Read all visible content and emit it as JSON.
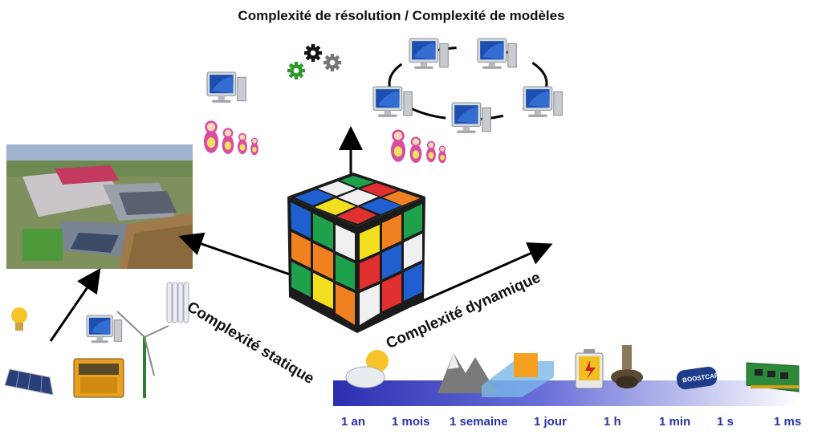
{
  "title": "Complexité de résolution / Complexité de modèles",
  "axes": {
    "static": "Complexité statique",
    "dynamic": "Complexité dynamique"
  },
  "timeline": {
    "labels": [
      "1 an",
      "1 mois",
      "1 semaine",
      "1 jour",
      "1 h",
      "1 min",
      "1 s",
      "1 ms"
    ],
    "bar_colors": [
      "#2a2fb0",
      "#ffffff"
    ]
  },
  "icons": {
    "top": [
      "computer-icon",
      "matryoshka-icon",
      "gears-icon",
      "computer-network-icon",
      "rubiks-cube-icon"
    ],
    "left": [
      "site-aerial-photo",
      "light-bulb-icon",
      "solar-panel-icon",
      "battery-icon",
      "computer-icon",
      "wind-turbine-icon",
      "radiator-icon"
    ],
    "timeline": [
      "sun-cloud-icon",
      "mountains-icon",
      "wave-icon",
      "battery-icon",
      "rotor-icon",
      "supercapacitor-icon",
      "circuit-board-icon"
    ]
  },
  "supercap_label": "BOOSTCAP"
}
